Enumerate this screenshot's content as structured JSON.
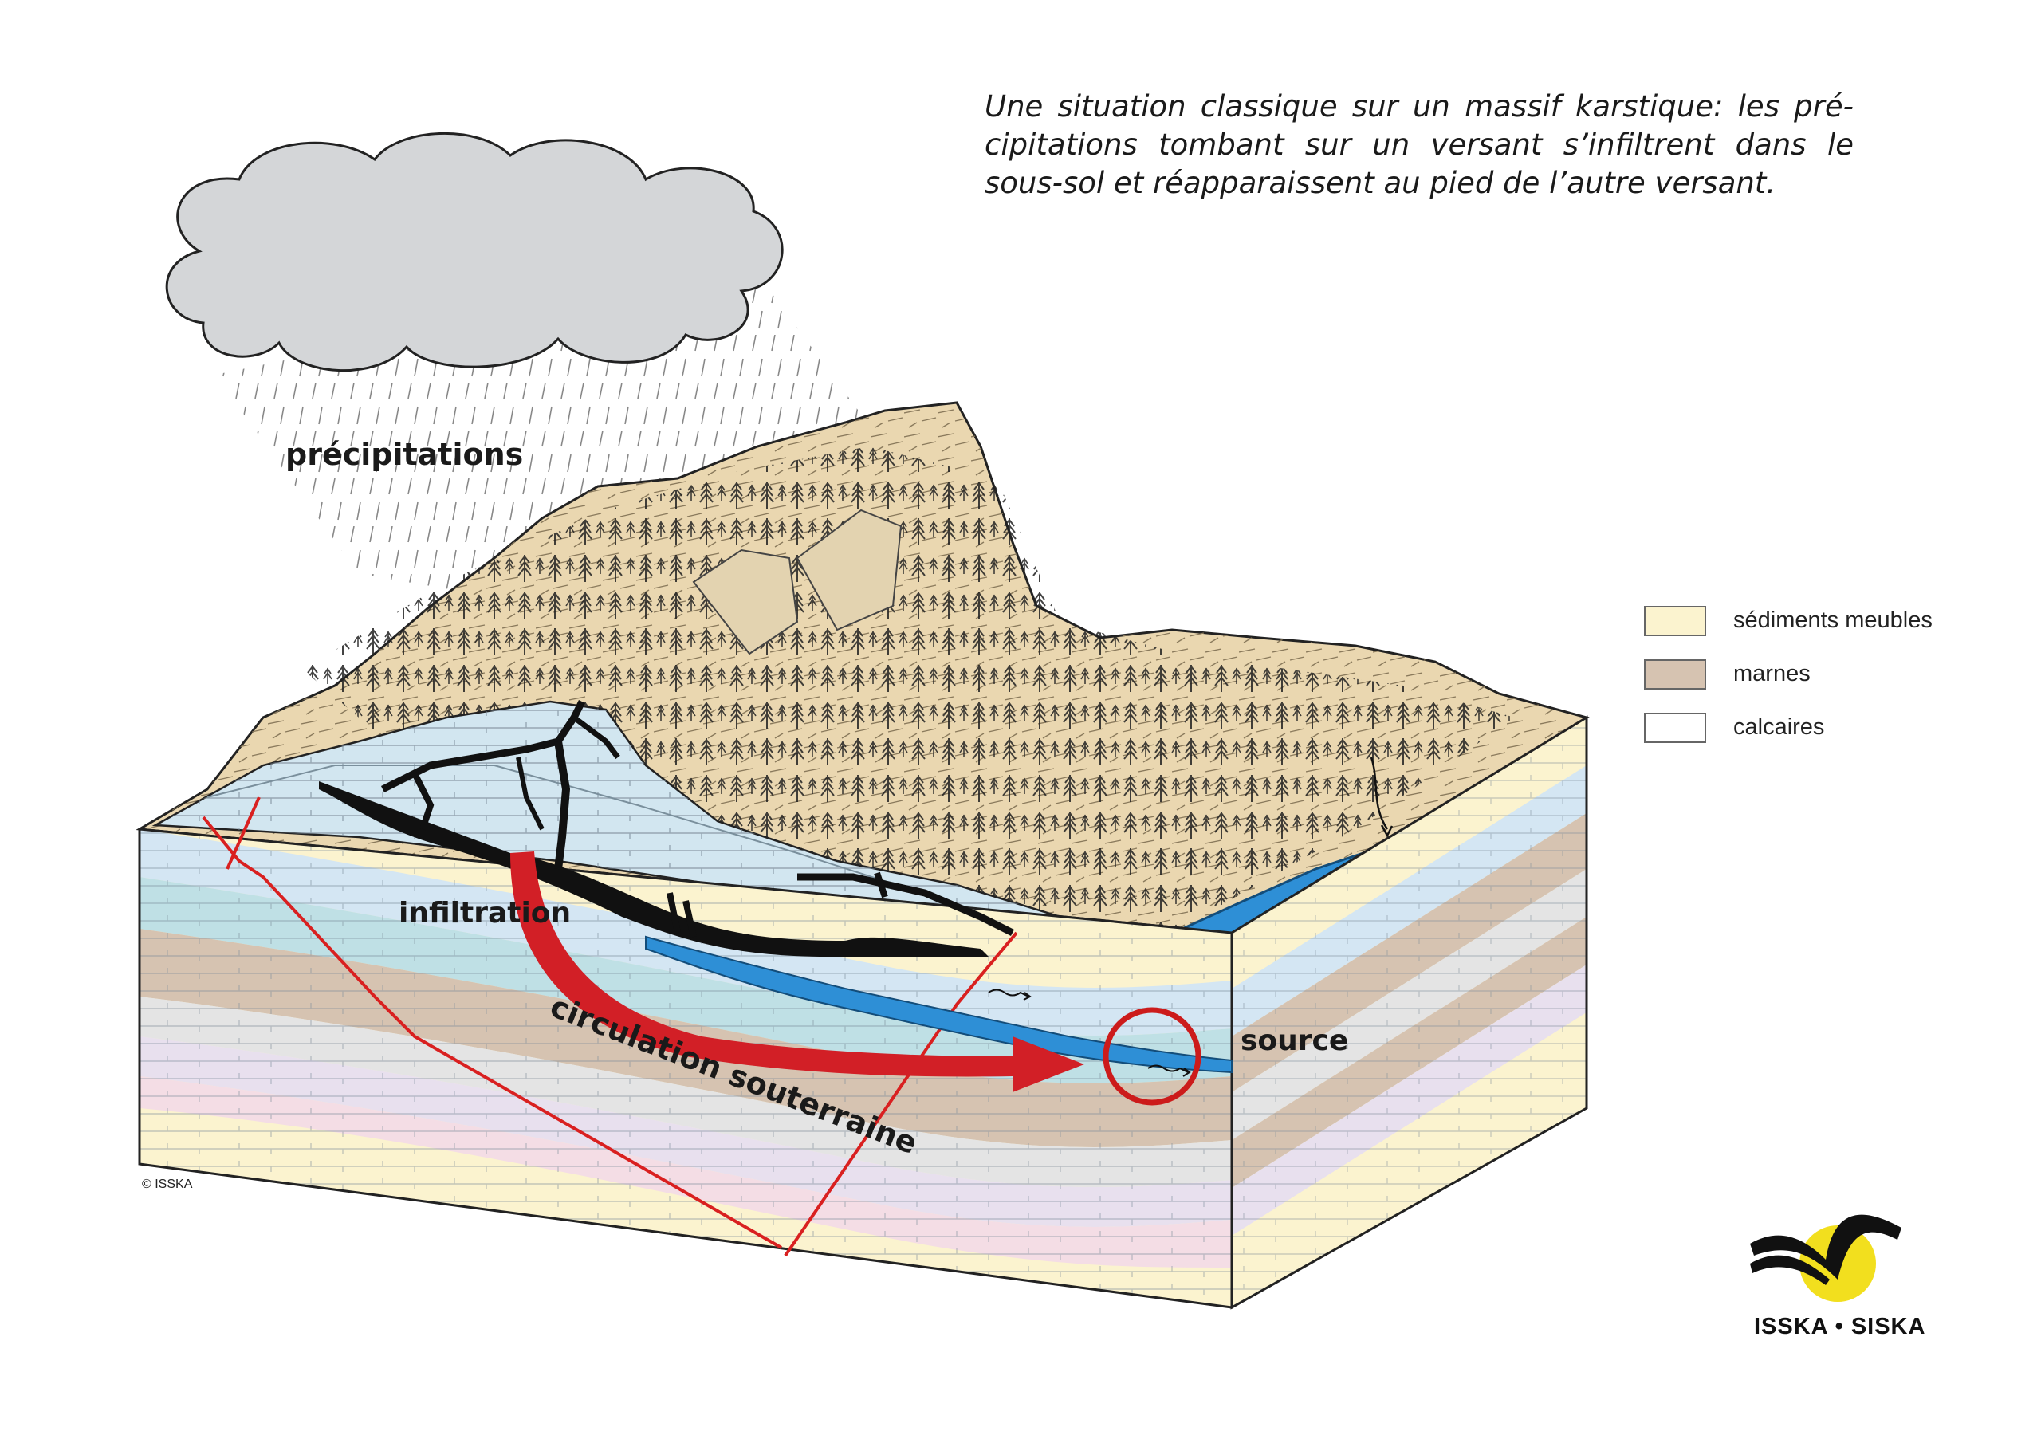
{
  "caption": {
    "line1": "Une situation classique sur un massif karstique: les pré-",
    "line2": "cipitations tombant sur un versant s’infiltrent dans le",
    "line3": "sous-sol et réapparaissent au pied de l’autre versant."
  },
  "labels": {
    "precipitations": "précipitations",
    "infiltration": "infiltration",
    "circulation": "circulation souterraine",
    "source": "source"
  },
  "legend": [
    {
      "label": "sédiments meubles",
      "color": "#fbf3cf"
    },
    {
      "label": "marnes",
      "color": "#d6c3b1"
    },
    {
      "label": "calcaires",
      "color": "#ffffff",
      "icon": "limestone-hatch-icon"
    }
  ],
  "copyright": "© ISSKA",
  "logo": {
    "text": "ISSKA • SISKA",
    "circle_color": "#f2df1e",
    "icon": "isska-wave-logo-icon"
  },
  "colors": {
    "sediment": "#fbf3cf",
    "marl": "#d6c3b1",
    "limestone_blue": "#d4e6f3",
    "limestone_cyan": "#bfe0e5",
    "limestone_pink": "#f4dde5",
    "lake": "#2e8fd6",
    "fault_red": "#d92020",
    "arrow_red": "#d21f26",
    "cloud": "#d4d6d8",
    "mountain": "#ead7b0"
  }
}
